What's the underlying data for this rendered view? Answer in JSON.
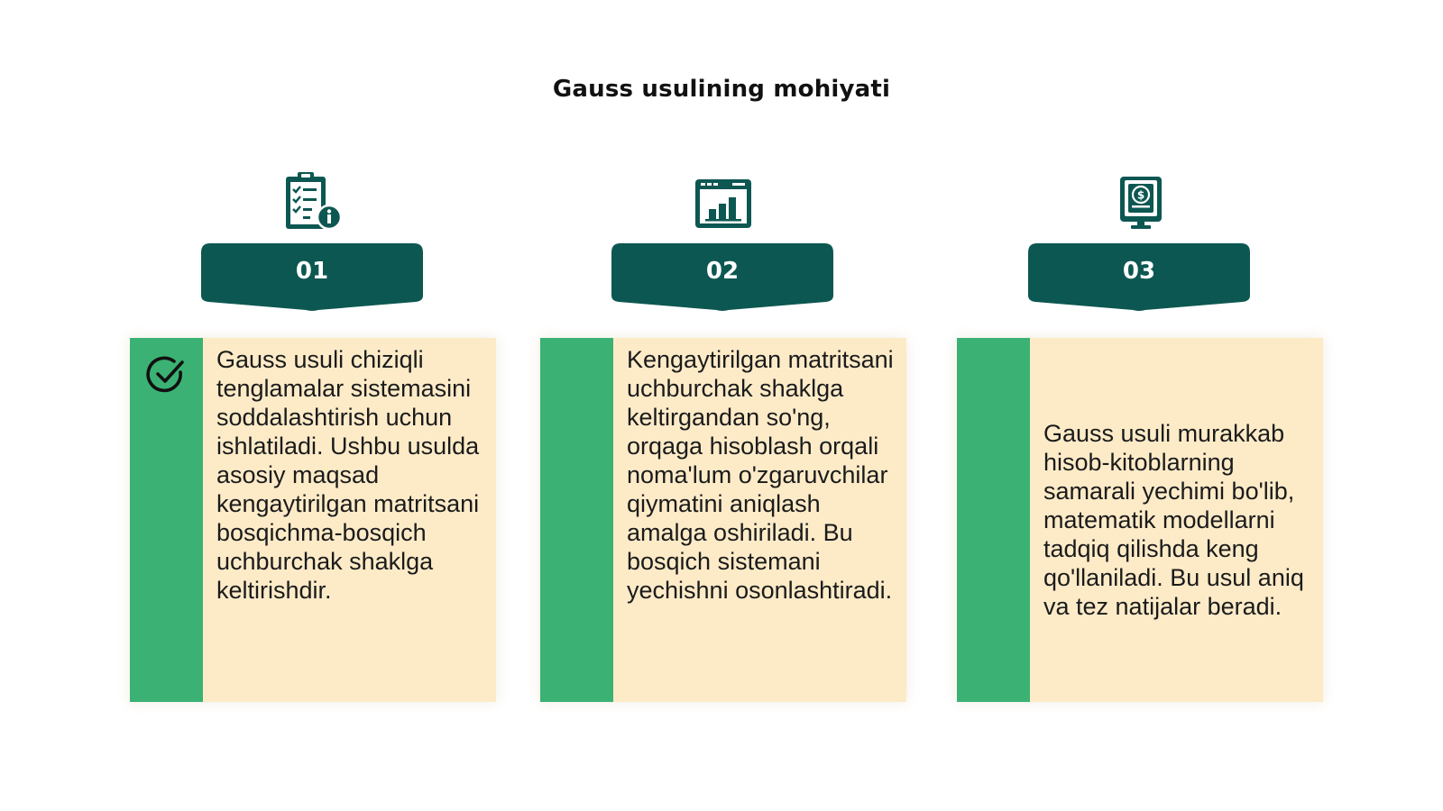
{
  "title": "Gauss usulining mohiyati",
  "colors": {
    "badge": "#0d5752",
    "icon": "#0d5752",
    "bar": "#3bb273",
    "card": "#fdebc8"
  },
  "steps": [
    {
      "number": "01",
      "icon": "clipboard-info-icon",
      "marker": "check-circle-icon",
      "text": "Gauss usuli chiziqli tenglamalar sistemasini soddalashtirish uchun ishlatiladi. Ushbu usulda asosiy maqsad kengaytirilgan matritsani bosqichma-bosqich uchburchak shaklga keltirishdir."
    },
    {
      "number": "02",
      "icon": "bar-chart-window-icon",
      "text": "Kengaytirilgan matritsani uchburchak shaklga keltirgandan so'ng, orqaga hisoblash orqali noma'lum o'zgaruvchilar qiymatini aniqlash amalga oshiriladi. Bu bosqich sistemani yechishni osonlashtiradi."
    },
    {
      "number": "03",
      "icon": "dollar-monitor-icon",
      "text": "Gauss usuli murakkab hisob-kitoblarning samarali yechimi bo'lib, matematik modellarni tadqiq qilishda keng qo'llaniladi. Bu usul aniq va tez natijalar beradi."
    }
  ]
}
